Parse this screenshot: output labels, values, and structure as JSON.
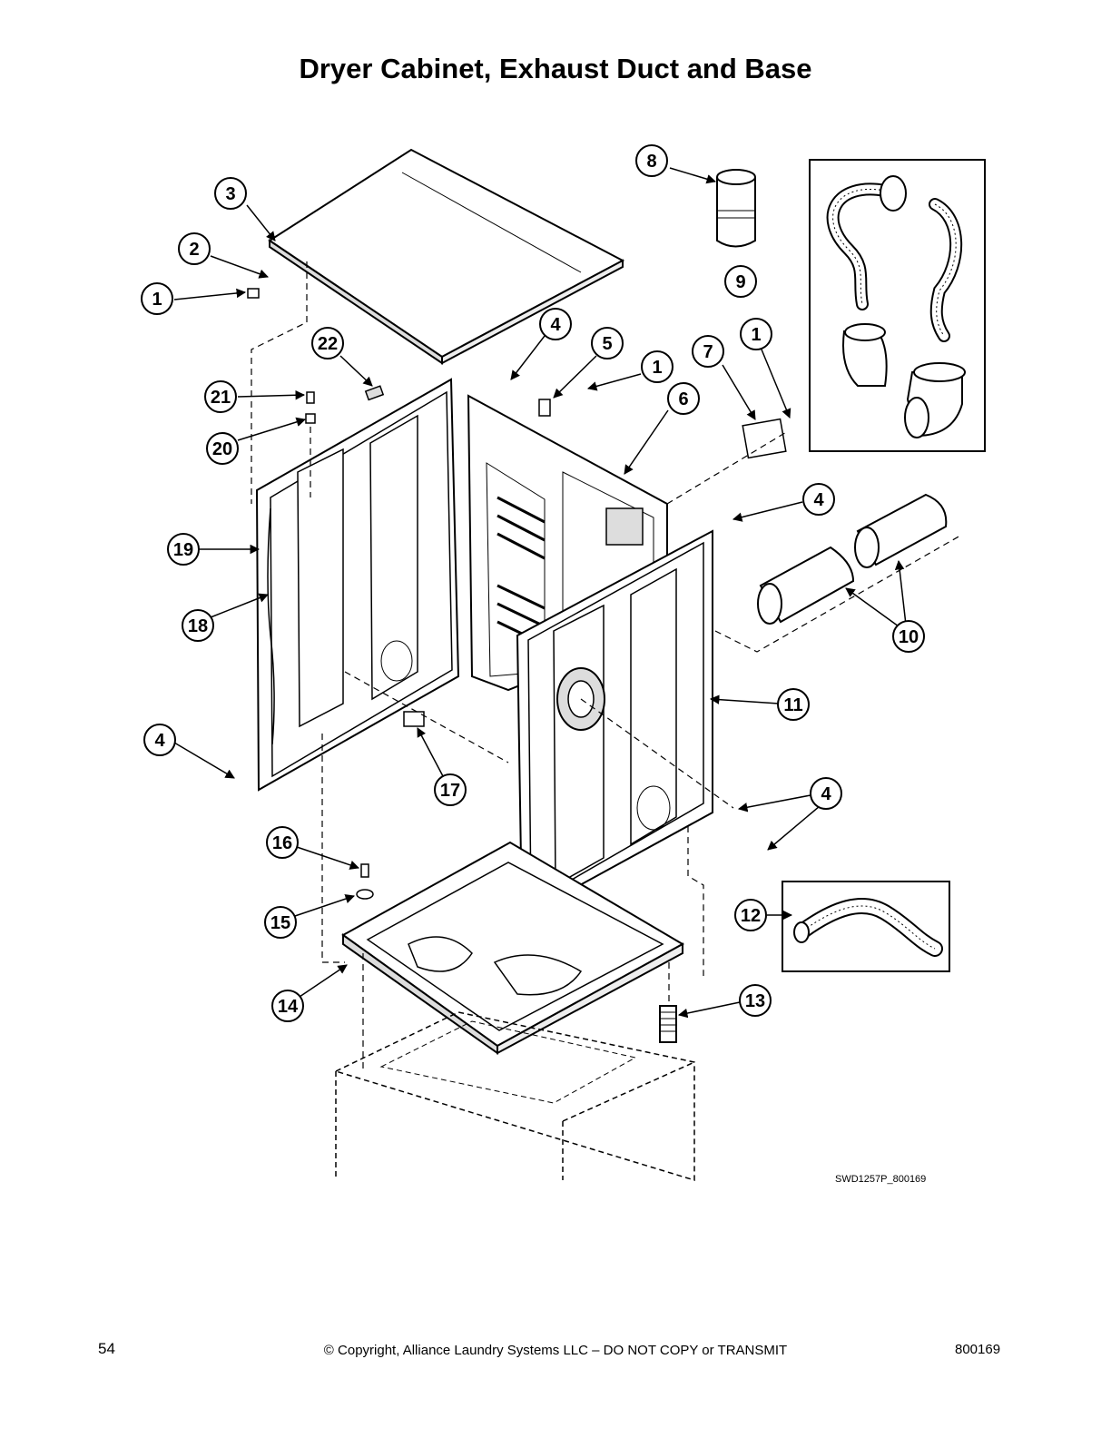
{
  "title": "Dryer Cabinet, Exhaust Duct and Base",
  "drawing_id": "SWD1257P_800169",
  "footer": {
    "page_number": "54",
    "copyright": "© Copyright, Alliance Laundry Systems LLC – DO NOT COPY or TRANSMIT",
    "document_number": "800169"
  },
  "callouts": [
    {
      "id": "c1a",
      "label": "1"
    },
    {
      "id": "c2",
      "label": "2"
    },
    {
      "id": "c3",
      "label": "3"
    },
    {
      "id": "c8",
      "label": "8"
    },
    {
      "id": "c9",
      "label": "9"
    },
    {
      "id": "c22",
      "label": "22"
    },
    {
      "id": "c4a",
      "label": "4"
    },
    {
      "id": "c5",
      "label": "5"
    },
    {
      "id": "c1b",
      "label": "1"
    },
    {
      "id": "c7",
      "label": "7"
    },
    {
      "id": "c1c",
      "label": "1"
    },
    {
      "id": "c21",
      "label": "21"
    },
    {
      "id": "c6",
      "label": "6"
    },
    {
      "id": "c20",
      "label": "20"
    },
    {
      "id": "c4b",
      "label": "4"
    },
    {
      "id": "c19",
      "label": "19"
    },
    {
      "id": "c18",
      "label": "18"
    },
    {
      "id": "c10",
      "label": "10"
    },
    {
      "id": "c11",
      "label": "11"
    },
    {
      "id": "c4c",
      "label": "4"
    },
    {
      "id": "c17",
      "label": "17"
    },
    {
      "id": "c4d",
      "label": "4"
    },
    {
      "id": "c16",
      "label": "16"
    },
    {
      "id": "c12",
      "label": "12"
    },
    {
      "id": "c15",
      "label": "15"
    },
    {
      "id": "c14",
      "label": "14"
    },
    {
      "id": "c13",
      "label": "13"
    }
  ]
}
